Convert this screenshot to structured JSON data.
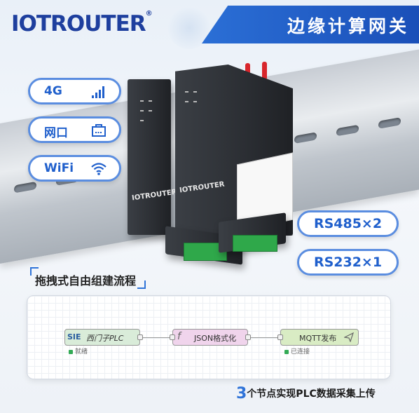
{
  "header": {
    "brand": "IOTROUTER",
    "registered": "®",
    "title": "边缘计算网关"
  },
  "features": [
    {
      "label": "4G",
      "icon": "signal-bars-icon"
    },
    {
      "label": "网口",
      "icon": "ethernet-port-icon"
    },
    {
      "label": "WiFi",
      "icon": "wifi-icon"
    }
  ],
  "device": {
    "brand_mark": "IOTROUTER"
  },
  "specs": [
    {
      "label": "RS485×2"
    },
    {
      "label": "RS232×1"
    }
  ],
  "flow": {
    "title": "拖拽式自由组建流程",
    "nodes": [
      {
        "prefix": "SIE",
        "label": "西门子PLC",
        "status": "就绪",
        "color": "#d9ecd9"
      },
      {
        "prefix": "f",
        "label": "JSON格式化",
        "status": "",
        "color": "#f0d4ec"
      },
      {
        "prefix": "",
        "label": "MQTT发布",
        "status": "已连接",
        "color": "#d9ecc4"
      }
    ]
  },
  "footer": {
    "num": "3",
    "text": "个节点实现PLC数据采集上传"
  },
  "colors": {
    "accent": "#2f73d8",
    "brand": "#1e3f9e",
    "terminal": "#2fa84a",
    "antenna": "#d8262c"
  }
}
